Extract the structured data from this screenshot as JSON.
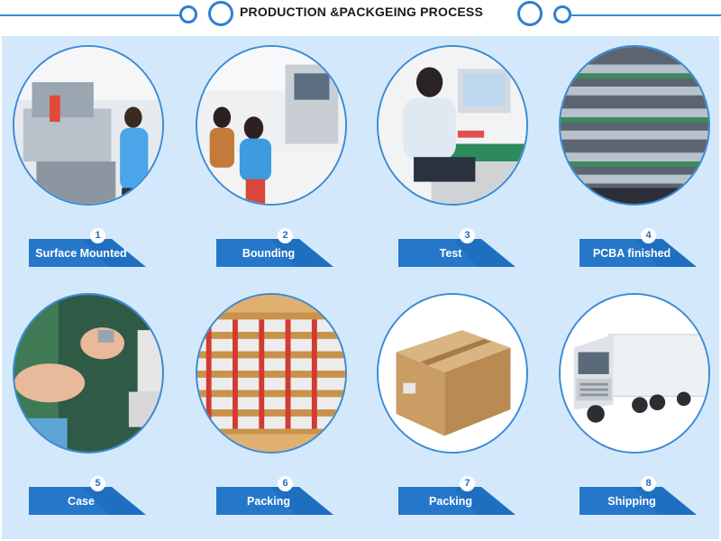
{
  "header": {
    "title": "PRODUCTION &PACKGEING PROCESS"
  },
  "steps": [
    {
      "number": "1",
      "label": "Surface Mounted",
      "image": "smt-machine-worker"
    },
    {
      "number": "2",
      "label": "Bounding",
      "image": "bonding-line-workers"
    },
    {
      "number": "3",
      "label": "Test",
      "image": "technician-testing-at-computer"
    },
    {
      "number": "4",
      "label": "PCBA finished",
      "image": "stacked-pcba-boards"
    },
    {
      "number": "5",
      "label": "Case",
      "image": "hands-assembling-case"
    },
    {
      "number": "6",
      "label": "Packing",
      "image": "packed-products-in-box"
    },
    {
      "number": "7",
      "label": "Packing",
      "image": "cardboard-carton"
    },
    {
      "number": "8",
      "label": "Shipping",
      "image": "white-truck"
    }
  ],
  "colors": {
    "accent": "#2f7fd0",
    "panel": "#d3e9fb",
    "label_fill": "#1f6fc0"
  }
}
